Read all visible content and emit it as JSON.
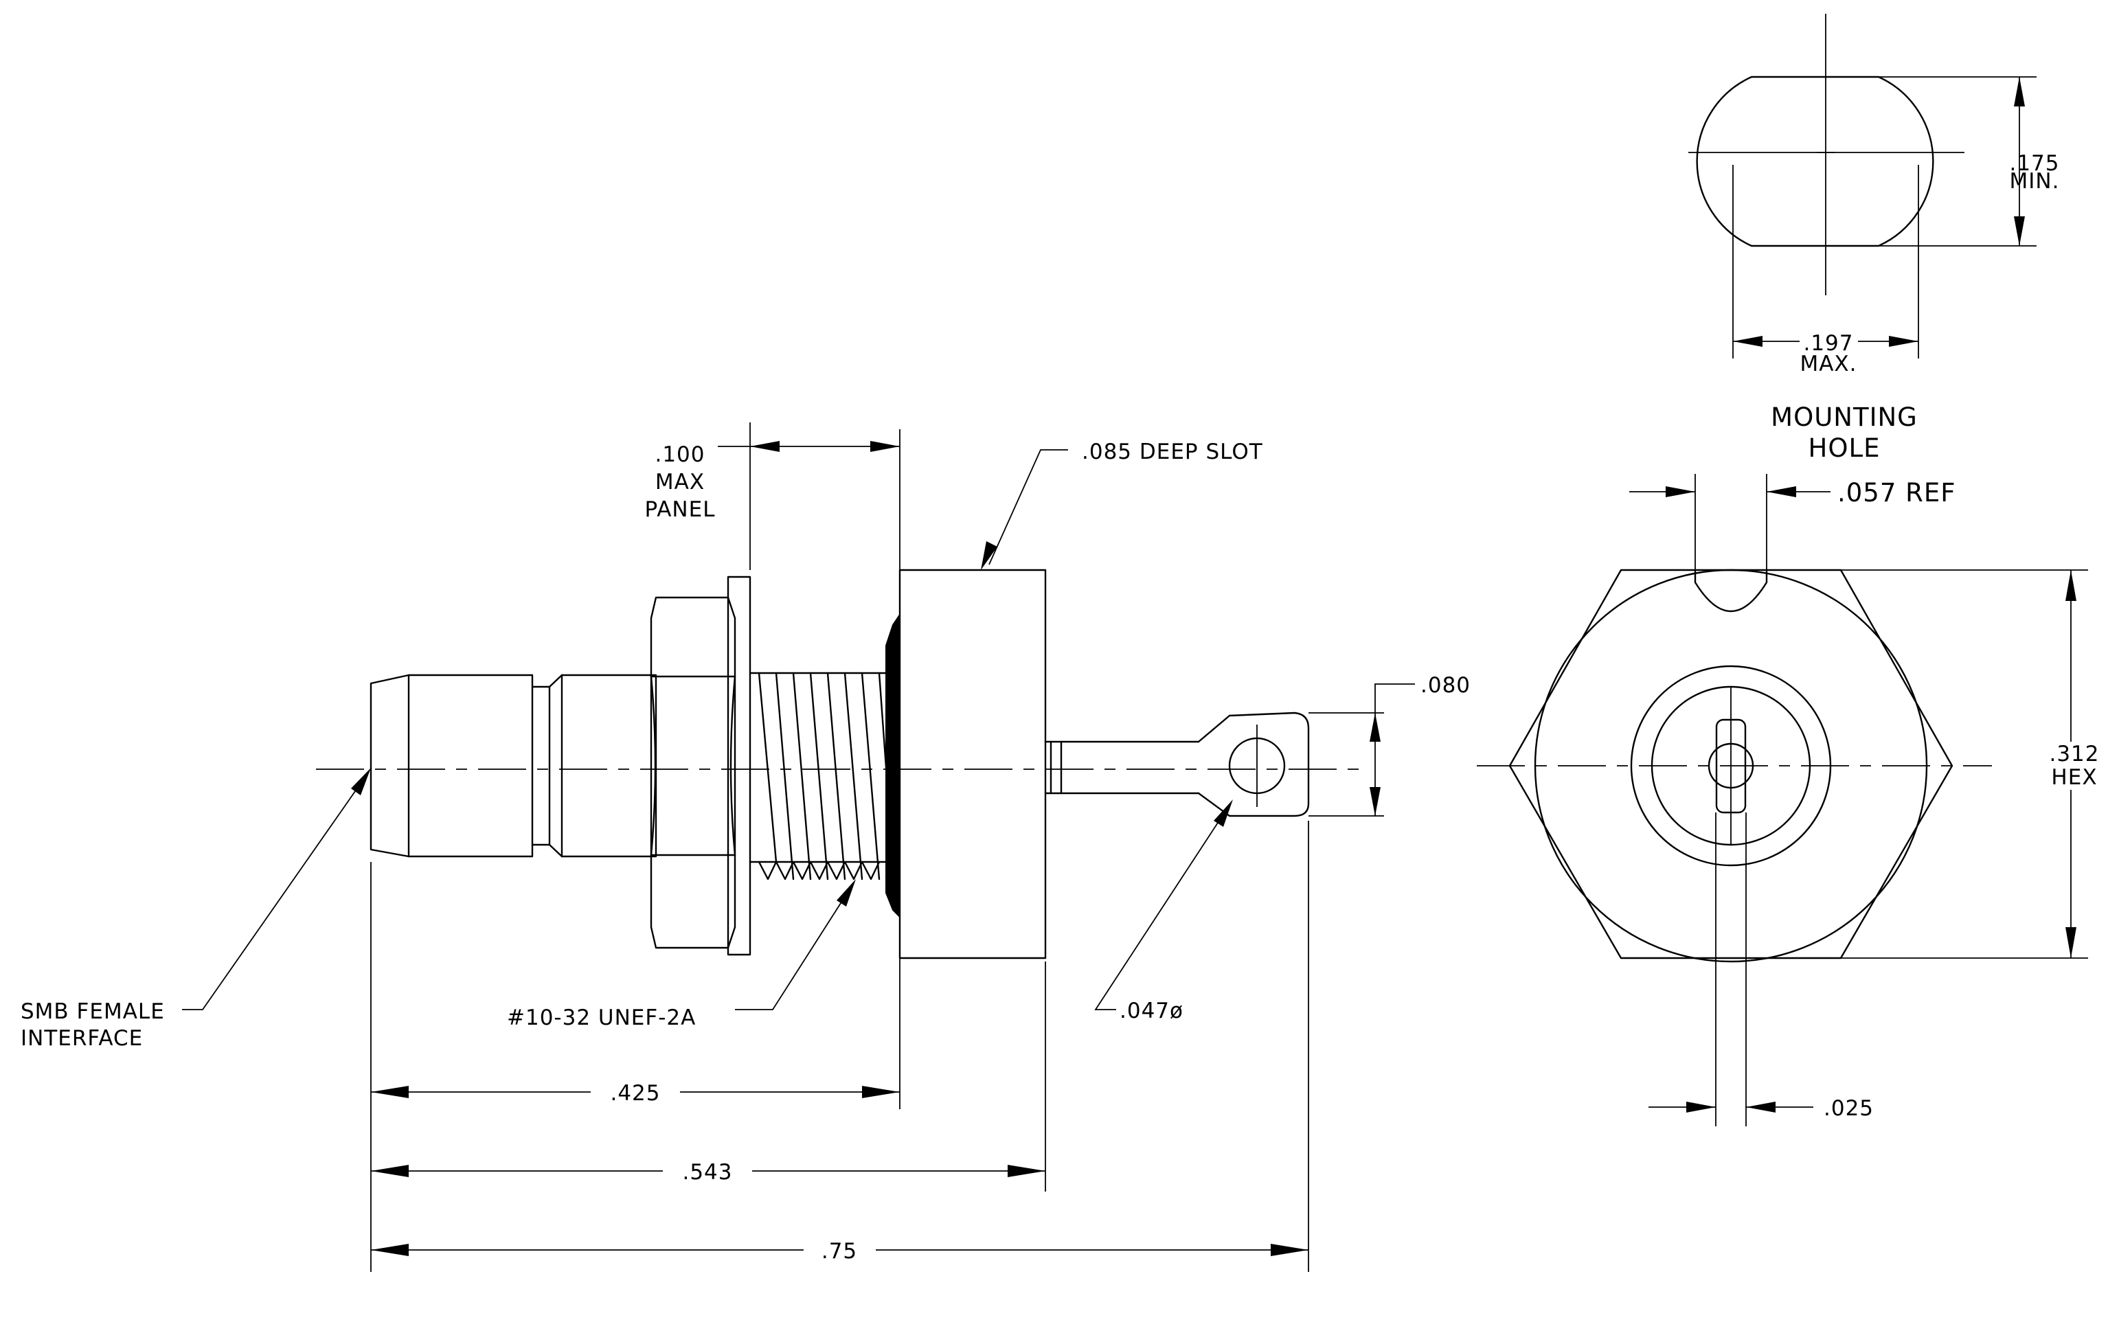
{
  "labels": {
    "panel": [
      ".100",
      "MAX",
      "PANEL"
    ],
    "slot": ".085 DEEP SLOT",
    "pin_width": ".080",
    "smb": [
      "SMB FEMALE",
      "INTERFACE"
    ],
    "thread": "#10-32 UNEF-2A",
    "hole_dia": ".047ø",
    "dim_425": ".425",
    "dim_543": ".543",
    "dim_75": ".75",
    "hole_height": [
      ".175",
      "MIN."
    ],
    "hole_width": [
      ".197",
      "MAX."
    ],
    "mounting_hole": [
      "MOUNTING",
      "HOLE"
    ],
    "ref": ".057  REF",
    "hex": [
      ".312",
      "HEX"
    ],
    "pin": ".025"
  }
}
